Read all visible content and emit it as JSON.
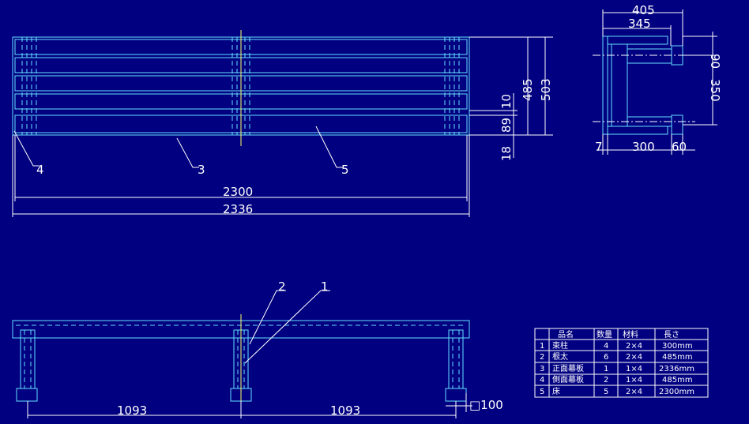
{
  "top_view": {
    "dims": {
      "inner_width": "2300",
      "outer_width": "2336",
      "depth_inner": "485",
      "depth_outer": "503",
      "gap": "10",
      "board": "89",
      "edge": "18"
    },
    "callouts": [
      "4",
      "3",
      "5"
    ]
  },
  "side_view": {
    "dims": {
      "w405": "405",
      "w345": "345",
      "h90": "90",
      "h350": "350",
      "b7": "7",
      "b300": "300",
      "b60": "60"
    }
  },
  "front_view": {
    "dims": {
      "span_left": "1093",
      "span_right": "1093",
      "post": "□100"
    },
    "callouts": [
      "2",
      "1"
    ]
  },
  "parts_table": {
    "headers": [
      "",
      "品名",
      "数量",
      "材料",
      "長さ"
    ],
    "rows": [
      [
        "1",
        "束柱",
        "4",
        "2×4",
        "300mm"
      ],
      [
        "2",
        "根太",
        "6",
        "2×4",
        "485mm"
      ],
      [
        "3",
        "正面幕板",
        "1",
        "1×4",
        "2336mm"
      ],
      [
        "4",
        "側面幕板",
        "2",
        "1×4",
        "485mm"
      ],
      [
        "5",
        "床",
        "5",
        "2×4",
        "2300mm"
      ]
    ]
  }
}
